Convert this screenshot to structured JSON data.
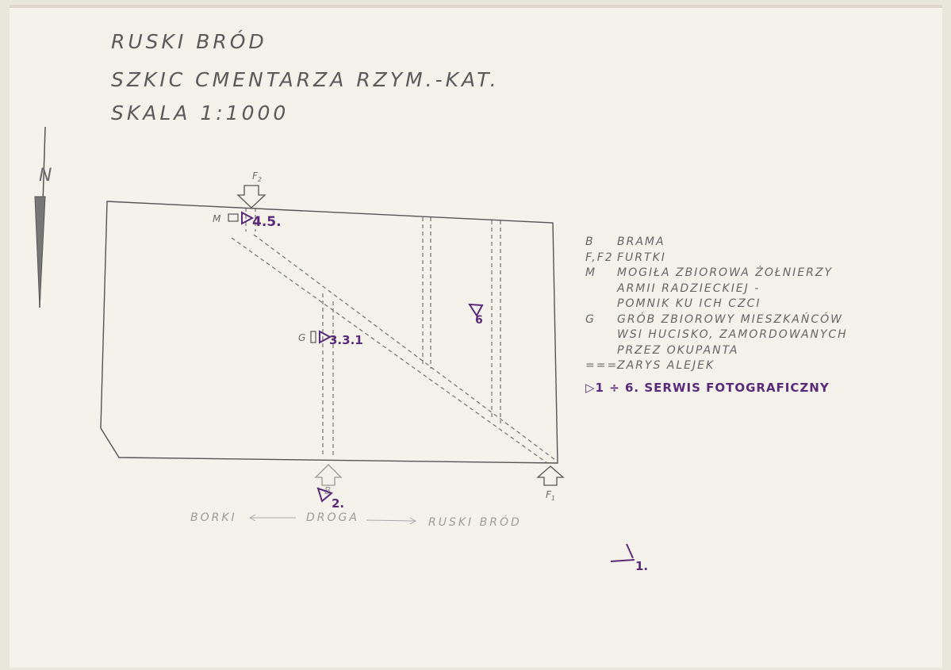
{
  "title": {
    "line1": "RUSKI BRÓD",
    "line2": "SZKIC CMENTARZA RZYM.-KAT.",
    "line3": "SKALA 1:1000"
  },
  "north": {
    "label": "N"
  },
  "map_labels": {
    "f2": "F",
    "f2_sub": "2",
    "f1": "F",
    "f1_sub": "1",
    "m": "M",
    "g": "G",
    "b": "B",
    "road_left": "BORKI",
    "road_center": "DROGA",
    "road_right": "RUSKI BRÓD"
  },
  "photo_marks": {
    "m45": "4.5.",
    "g31": "3.3.1",
    "p6": "6",
    "p2": "2.",
    "page": "1."
  },
  "legend": {
    "items": [
      {
        "key": "B",
        "text": "BRAMA"
      },
      {
        "key": "F,F2",
        "text": "FURTKI"
      },
      {
        "key": "M",
        "text": "MOGIŁA ZBIOROWA ŻOŁNIERZY"
      },
      {
        "key": "",
        "text": "ARMII RADZIECKIEJ -"
      },
      {
        "key": "",
        "text": "POMNIK KU ICH CZCI"
      },
      {
        "key": "G",
        "text": "GRÓB ZBIOROWY MIESZKAŃCÓW"
      },
      {
        "key": "",
        "text": "WSI HUCISKO, ZAMORDOWANYCH"
      },
      {
        "key": "",
        "text": "PRZEZ OKUPANTA"
      },
      {
        "key": "===",
        "text": "ZARYS ALEJEK"
      }
    ],
    "ink_line": "▷1 ÷ 6. SERWIS FOTOGRAFICZNY"
  },
  "colors": {
    "paper": "#f4f2ea",
    "line": "#555555",
    "ink": "#5a2a7a"
  }
}
